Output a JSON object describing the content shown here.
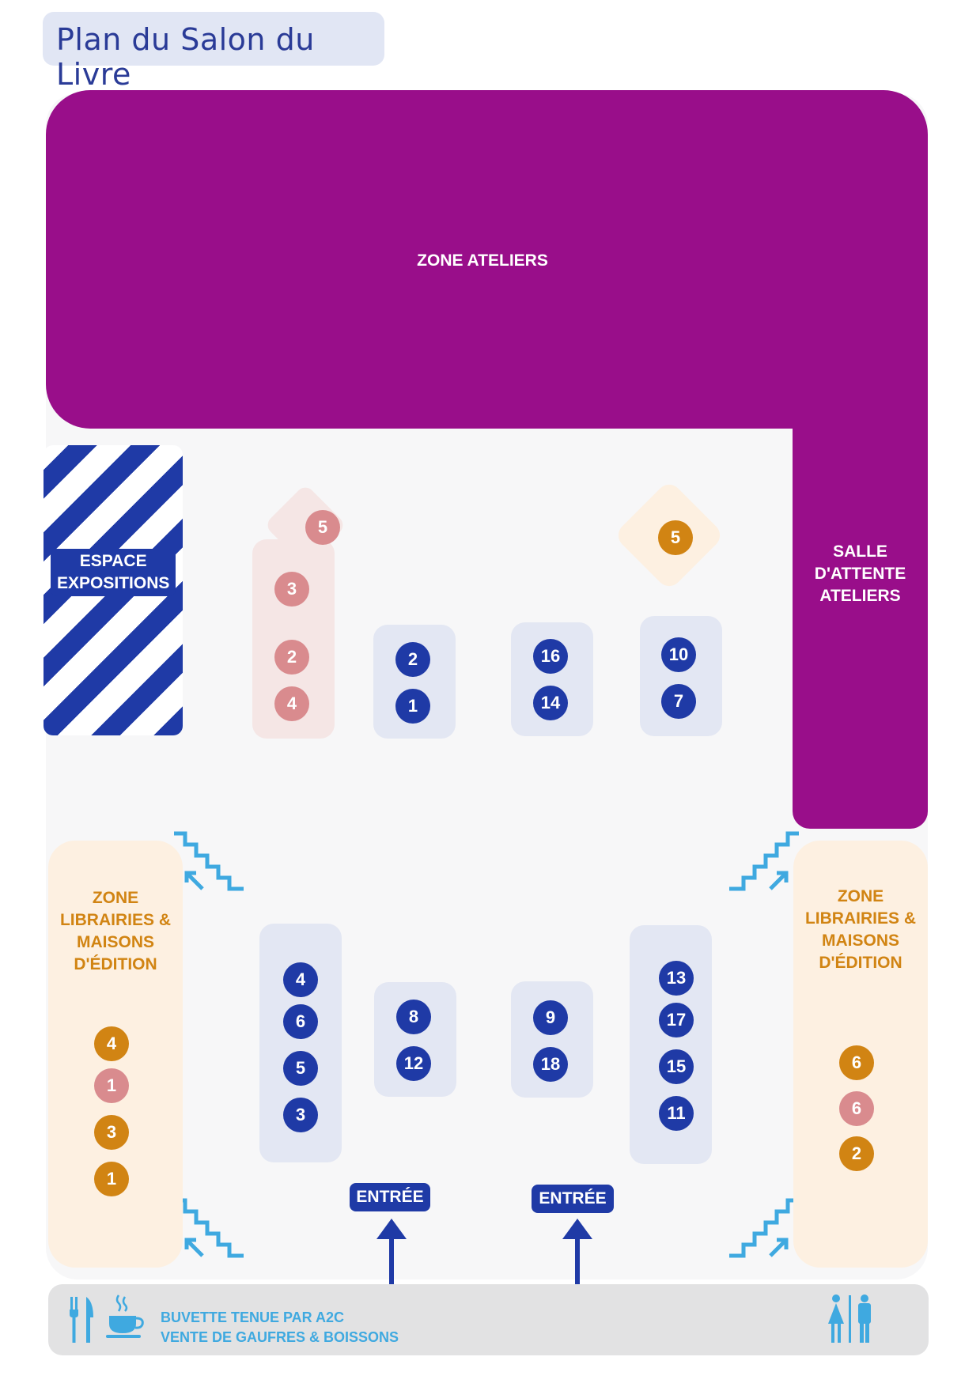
{
  "title": "Plan du Salon du Livre",
  "colors": {
    "ateliers": "#990e8a",
    "librairies": "#fdf0e1",
    "stand_blue": "#1f3aa6",
    "stand_orange": "#d18413",
    "stand_pink": "#d98b8e",
    "stairs": "#3fa9e0"
  },
  "zones": {
    "ateliers": "ZONE ATELIERS",
    "salle_attente": [
      "SALLE",
      "D'ATTENTE",
      "ATELIERS"
    ],
    "expositions": [
      "ESPACE",
      "EXPOSITIONS"
    ],
    "librairies_left": [
      "ZONE",
      "LIBRAIRIES &",
      "MAISONS",
      "D'ÉDITION"
    ],
    "librairies_right": [
      "ZONE",
      "LIBRAIRIES &",
      "MAISONS",
      "D'ÉDITION"
    ]
  },
  "stands": {
    "pink_block_top": [
      "5",
      "3",
      "2",
      "4"
    ],
    "blue_block_a": [
      "2",
      "1"
    ],
    "blue_block_b": [
      "16",
      "14"
    ],
    "blue_block_c": [
      "10",
      "7"
    ],
    "orange_diamond": "5",
    "blue_block_d": [
      "4",
      "6",
      "5",
      "3"
    ],
    "blue_block_e": [
      "8",
      "12"
    ],
    "blue_block_f": [
      "9",
      "18"
    ],
    "blue_block_g": [
      "13",
      "17",
      "15",
      "11"
    ],
    "left_zone": [
      "4",
      "1",
      "3",
      "1"
    ],
    "right_zone": [
      "6",
      "6",
      "2"
    ]
  },
  "entrances": [
    "ENTRÉE",
    "ENTRÉE"
  ],
  "buvette": [
    "BUVETTE TENUE PAR A2C",
    "VENTE DE GAUFRES & BOISSONS"
  ],
  "icons": [
    "stairs-icon",
    "cutlery-icon",
    "coffee-cup-icon",
    "toilets-icon",
    "arrow-up-icon"
  ]
}
